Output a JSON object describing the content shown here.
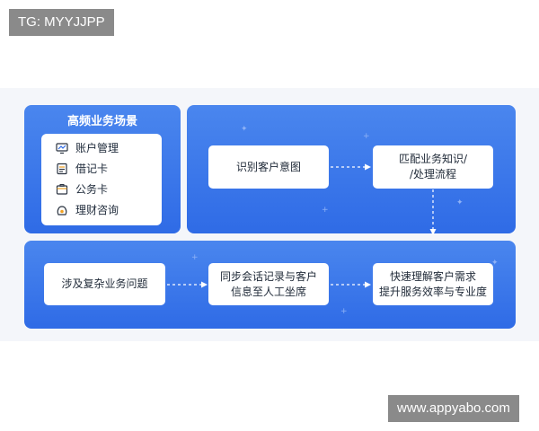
{
  "watermarks": {
    "top_left": "TG: MYYJJPP",
    "bottom_right": "www.appyabo.com"
  },
  "scenarios_panel": {
    "title": "高频业务场景",
    "items": [
      {
        "label": "账户管理",
        "icon": "monitor-chart-icon"
      },
      {
        "label": "借记卡",
        "icon": "card-list-icon"
      },
      {
        "label": "公务卡",
        "icon": "briefcase-card-icon"
      },
      {
        "label": "理财咨询",
        "icon": "money-bag-icon"
      }
    ]
  },
  "flow": {
    "identify_intent": "识别客户意图",
    "match_knowledge": [
      "匹配业务知识/",
      "/处理流程"
    ],
    "complex_issues": "涉及复杂业务问题",
    "sync_records": [
      "同步会话记录与客户",
      "信息至人工坐席"
    ],
    "fast_understanding": [
      "快速理解客户需求",
      "提升服务效率与专业度"
    ]
  },
  "colors": {
    "panel": "#2f6be6",
    "node_text": "#222c3a",
    "arrow": "#ffffff"
  }
}
